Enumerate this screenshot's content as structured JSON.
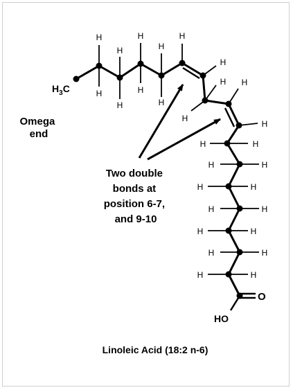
{
  "omega_label_line1": "Omega",
  "omega_label_line2": "end",
  "annotation": [
    "Two double",
    "bonds at",
    "position 6-7,",
    "and 9-10"
  ],
  "caption": "Linoleic Acid (18:2 n-6)",
  "terminal_methyl": {
    "main": "H",
    "sub": "3",
    "tail": "C"
  },
  "carboxyl": {
    "oxygen": "O",
    "hydroxyl": "HO"
  },
  "hydrogen": "H",
  "colors": {
    "bond": "#000000",
    "atom": "#000000",
    "border": "#cfcfcf"
  }
}
